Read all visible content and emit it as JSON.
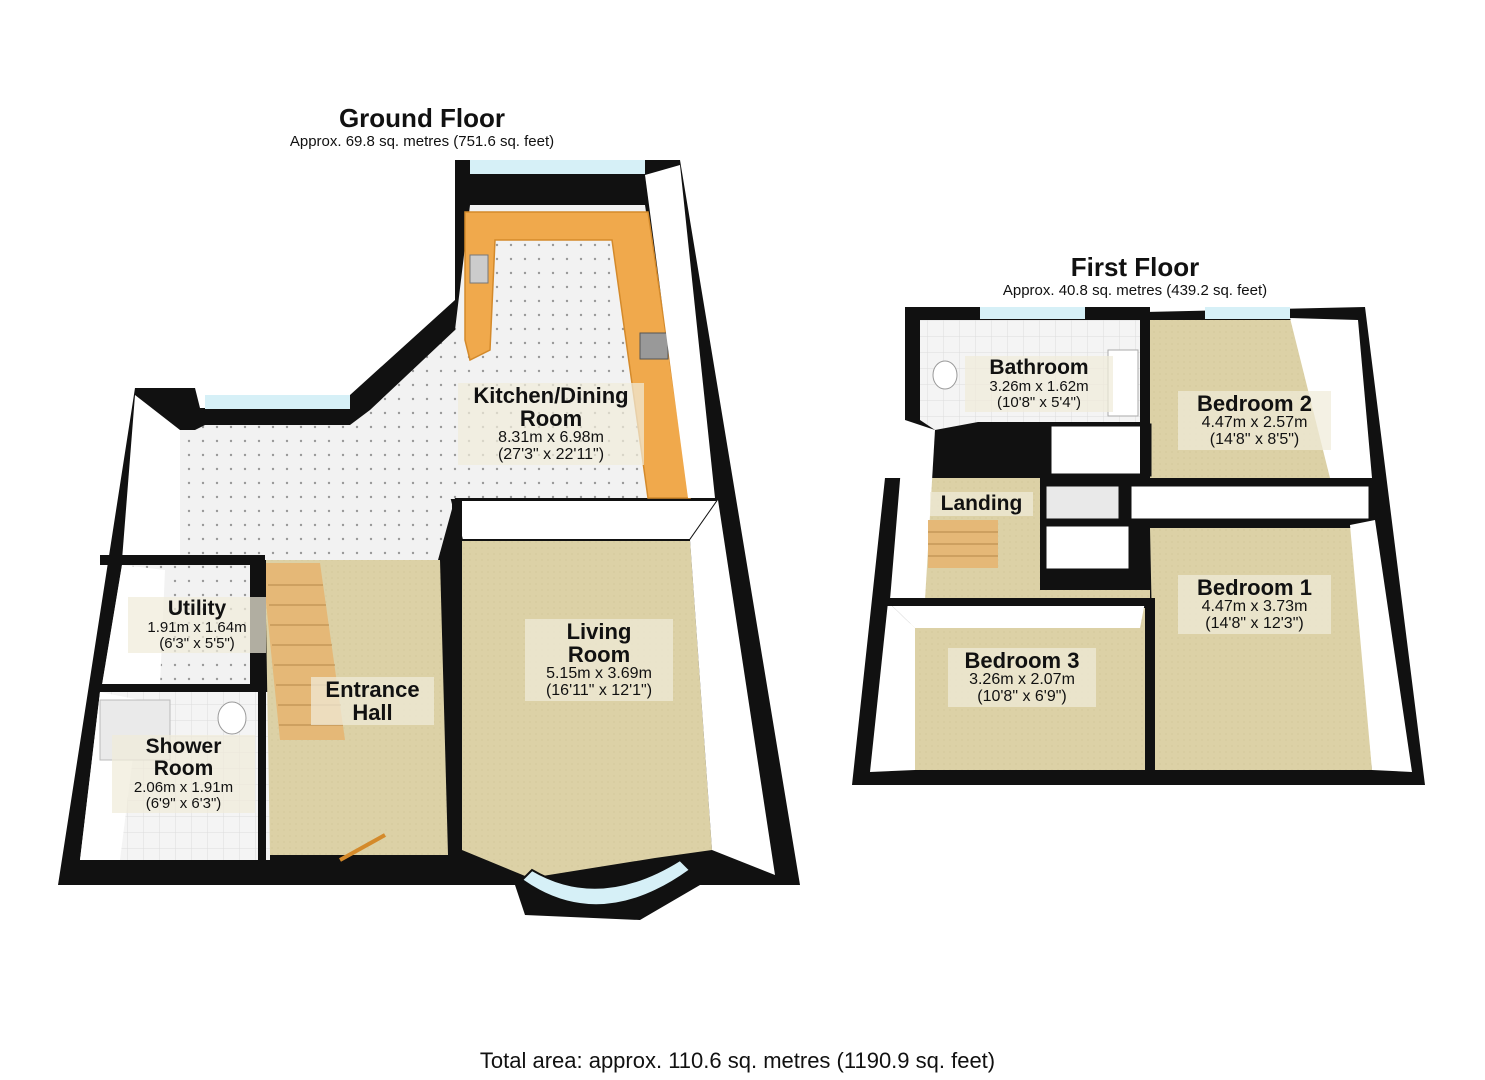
{
  "ground_floor": {
    "title": "Ground Floor",
    "area": "Approx. 69.8 sq. metres (751.6 sq. feet)",
    "rooms": {
      "kitchen": {
        "name_1": "Kitchen/Dining",
        "name_2": "Room",
        "dim_m": "8.31m x 6.98m",
        "dim_ft": "(27'3\" x 22'11\")"
      },
      "living": {
        "name_1": "Living",
        "name_2": "Room",
        "dim_m": "5.15m x 3.69m",
        "dim_ft": "(16'11\" x 12'1\")"
      },
      "utility": {
        "name_1": "Utility",
        "dim_m": "1.91m x 1.64m",
        "dim_ft": "(6'3\" x 5'5\")"
      },
      "hall": {
        "name_1": "Entrance",
        "name_2": "Hall"
      },
      "shower": {
        "name_1": "Shower",
        "name_2": "Room",
        "dim_m": "2.06m x 1.91m",
        "dim_ft": "(6'9\" x 6'3\")"
      }
    }
  },
  "first_floor": {
    "title": "First Floor",
    "area": "Approx. 40.8 sq. metres (439.2 sq. feet)",
    "rooms": {
      "bathroom": {
        "name_1": "Bathroom",
        "dim_m": "3.26m x 1.62m",
        "dim_ft": "(10'8\" x 5'4\")"
      },
      "bedroom2": {
        "name_1": "Bedroom 2",
        "dim_m": "4.47m x 2.57m",
        "dim_ft": "(14'8\" x 8'5\")"
      },
      "landing": {
        "name_1": "Landing"
      },
      "bedroom1": {
        "name_1": "Bedroom 1",
        "dim_m": "4.47m x 3.73m",
        "dim_ft": "(14'8\" x 12'3\")"
      },
      "bedroom3": {
        "name_1": "Bedroom 3",
        "dim_m": "3.26m x 2.07m",
        "dim_ft": "(10'8\" x 6'9\")"
      }
    }
  },
  "total_area": "Total area: approx. 110.6 sq. metres (1190.9 sq. feet)",
  "colors": {
    "wall": "#111111",
    "wall_face": "#ffffff",
    "carpet": "#ddd2a8",
    "tile": "#f1f1f1",
    "worktop": "#f0a94c",
    "window": "#d6f0f7"
  }
}
